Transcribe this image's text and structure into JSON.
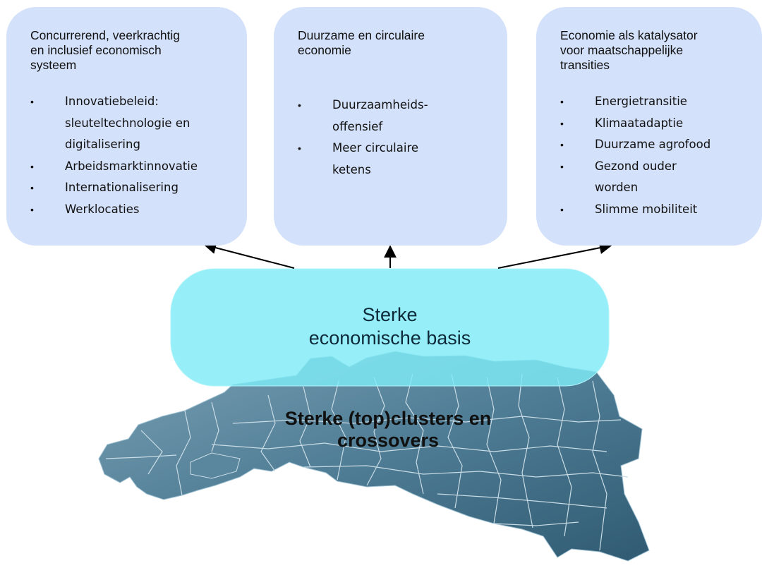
{
  "goals": [
    {
      "title": "Concurrerend, veerkrachtig\nen inclusief economisch\nsysteem",
      "items": [
        "Innovatiebeleid:\nsleuteltechnologie en\ndigitalisering",
        "Arbeidsmarktinnovatie",
        "Internationalisering",
        "Werklocaties"
      ]
    },
    {
      "title": "Duurzame en circulaire\neconomie",
      "items": [
        "Duurzaamheids-\noffensief",
        "Meer circulaire\nketens"
      ]
    },
    {
      "title": "Economie als katalysator\nvoor maatschappelijke\ntransities",
      "items": [
        "Energietransitie",
        "Klimaatadaptie",
        "Duurzame agrofood",
        "Gezond ouder\nworden",
        "Slimme mobiliteit"
      ]
    }
  ],
  "base": {
    "label": "Sterke\neconomische basis"
  },
  "clusters": {
    "label": "Sterke (top)clusters en\ncrossovers"
  },
  "colors": {
    "goal_box": "#d4e1fb",
    "base_box": "#7fecf6",
    "map_fill": "#4f7d95",
    "map_borders": "#c9dce6"
  },
  "icons": {
    "arrows": "arrow-up-icon",
    "map": "netherlands-map-icon"
  }
}
